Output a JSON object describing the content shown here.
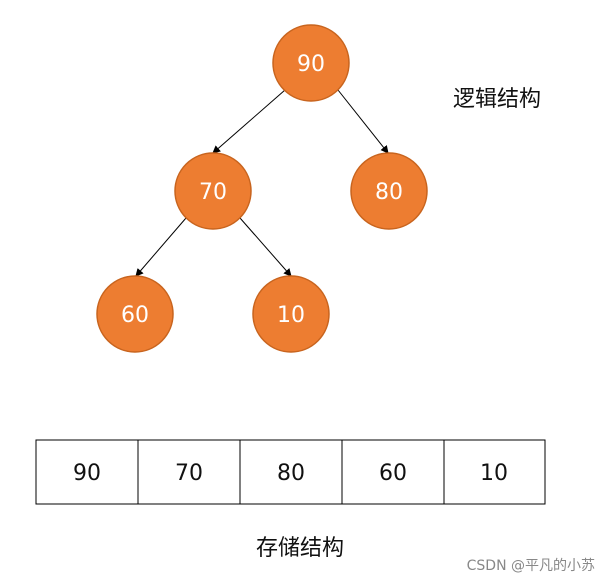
{
  "colors": {
    "node_fill": "#ED7D31",
    "node_stroke": "#C8641E",
    "edge": "#000000",
    "cell_stroke": "#000000"
  },
  "tree": {
    "root": "90",
    "left": "70",
    "right": "80",
    "left_left": "60",
    "left_right": "10"
  },
  "logical_label": "逻辑结构",
  "storage": {
    "cells": [
      "90",
      "70",
      "80",
      "60",
      "10"
    ],
    "label": "存储结构"
  },
  "watermark": "CSDN @平凡的小苏"
}
